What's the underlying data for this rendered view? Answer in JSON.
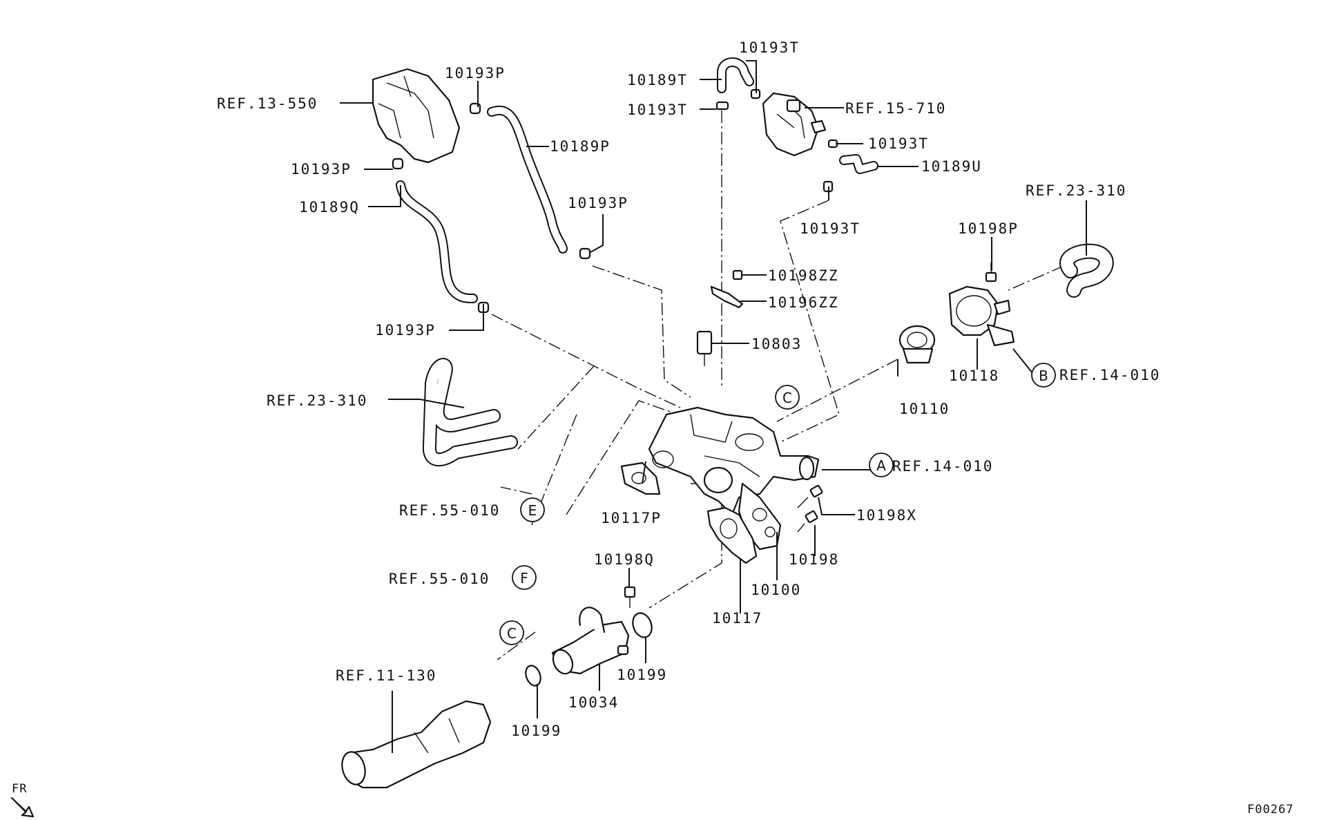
{
  "labels": {
    "ref_13_550": "REF.13-550",
    "p10193P_a": "10193P",
    "p10193P_b": "10193P",
    "p10193P_c": "10193P",
    "p10193P_d": "10193P",
    "p10189P": "10189P",
    "p10189Q": "10189Q",
    "p10193T_a": "10193T",
    "p10193T_b": "10193T",
    "p10193T_c": "10193T",
    "p10193T_d": "10193T",
    "p10189T": "10189T",
    "ref_15_710": "REF.15-710",
    "p10189U": "10189U",
    "ref_23_310_a": "REF.23-310",
    "ref_23_310_b": "REF.23-310",
    "p10198P": "10198P",
    "p10198ZZ": "10198ZZ",
    "p10196ZZ": "10196ZZ",
    "p10803": "10803",
    "p10110": "10110",
    "p10118": "10118",
    "ref_14_010_b": "REF.14-010",
    "ref_14_010_a": "REF.14-010",
    "ref_55_010_e": "REF.55-010",
    "ref_55_010_f": "REF.55-010",
    "p10117P": "10117P",
    "p10198X": "10198X",
    "p10198": "10198",
    "p10100": "10100",
    "p10117": "10117",
    "p10198Q": "10198Q",
    "p10199_a": "10199",
    "p10199_b": "10199",
    "p10034": "10034",
    "ref_11_130": "REF.11-130",
    "fr": "FR",
    "figure_code": "F00267"
  },
  "callouts": {
    "A": "A",
    "B": "B",
    "C1": "C",
    "C2": "C",
    "E": "E",
    "F": "F"
  }
}
